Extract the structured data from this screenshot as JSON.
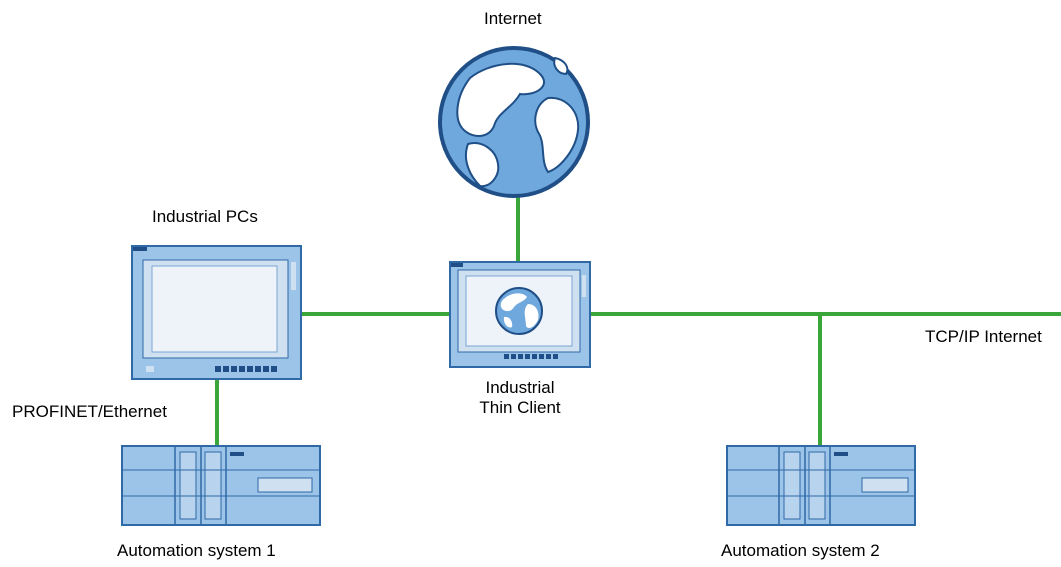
{
  "labels": {
    "internet": "Internet",
    "industrial_pcs": "Industrial PCs",
    "thin_client_line1": "Industrial",
    "thin_client_line2": "Thin Client",
    "tcpip": "TCP/IP Internet",
    "profinet": "PROFINET/Ethernet",
    "automation1": "Automation system 1",
    "automation2": "Automation system 2"
  },
  "colors": {
    "link": "#3aa63a",
    "device_fill": "#9cc3e8",
    "device_stroke": "#2f6aa6",
    "screen_fill": "#eef3f9",
    "globe_ocean": "#6fa8dc",
    "globe_land": "#ffffff"
  },
  "icons": [
    "globe-icon",
    "industrial-pc-icon",
    "thin-client-icon",
    "plc-icon"
  ]
}
